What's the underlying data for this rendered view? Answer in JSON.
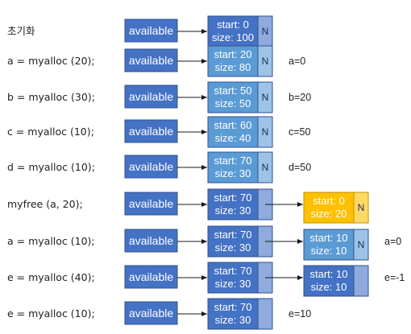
{
  "palette": {
    "available": "#4472c4",
    "available_stroke": "#2f528f",
    "block_dark": "#4472c4",
    "block_light": "#5b9bd5",
    "block_stroke": "#2f528f",
    "n_dark": "#8faadc",
    "n_light": "#9dc3e6",
    "free_fill": "#ffc000",
    "free_n": "#ffd966",
    "free_stroke": "#bf9000",
    "arrow": "#1a1a1a"
  },
  "steps": [
    {
      "op": "초기화",
      "available": "available",
      "head": {
        "start": "start: 0",
        "size": "size: 100",
        "style": "dark",
        "n": "N"
      },
      "tail": null,
      "result": ""
    },
    {
      "op": "a = myalloc (20);",
      "available": "available",
      "head": {
        "start": "start: 20",
        "size": "size: 80",
        "style": "light",
        "n": "N"
      },
      "tail": null,
      "result": "a=0"
    },
    {
      "op": "b = myalloc (30);",
      "available": "available",
      "head": {
        "start": "start: 50",
        "size": "size: 50",
        "style": "light",
        "n": "N"
      },
      "tail": null,
      "result": "b=20"
    },
    {
      "op": "c = myalloc (10);",
      "available": "available",
      "head": {
        "start": "start: 60",
        "size": "size: 40",
        "style": "light",
        "n": "N"
      },
      "tail": null,
      "result": "c=50"
    },
    {
      "op": "d = myalloc (10);",
      "available": "available",
      "head": {
        "start": "start: 70",
        "size": "size: 30",
        "style": "light",
        "n": "N"
      },
      "tail": null,
      "result": "d=50"
    },
    {
      "op": "myfree (a, 20);",
      "available": "available",
      "head": {
        "start": "start: 70",
        "size": "size: 30",
        "style": "dark",
        "n": ""
      },
      "tail": {
        "start": "start: 0",
        "size": "size: 20",
        "style": "free",
        "n": "N"
      },
      "result": ""
    },
    {
      "op": "a = myalloc (10);",
      "available": "available",
      "head": {
        "start": "start: 70",
        "size": "size: 30",
        "style": "dark",
        "n": ""
      },
      "tail": {
        "start": "start: 10",
        "size": "size: 10",
        "style": "light",
        "n": "N"
      },
      "result": "a=0"
    },
    {
      "op": "e = myalloc (40);",
      "available": "available",
      "head": {
        "start": "start: 70",
        "size": "size: 30",
        "style": "dark",
        "n": ""
      },
      "tail": {
        "start": "start: 10",
        "size": "size: 10",
        "style": "dark",
        "n": ""
      },
      "result": "e=-1"
    },
    {
      "op": "e = myalloc (10);",
      "available": "available",
      "head": {
        "start": "start: 70",
        "size": "size: 30",
        "style": "dark",
        "n": ""
      },
      "tail": null,
      "result": "e=10"
    }
  ]
}
